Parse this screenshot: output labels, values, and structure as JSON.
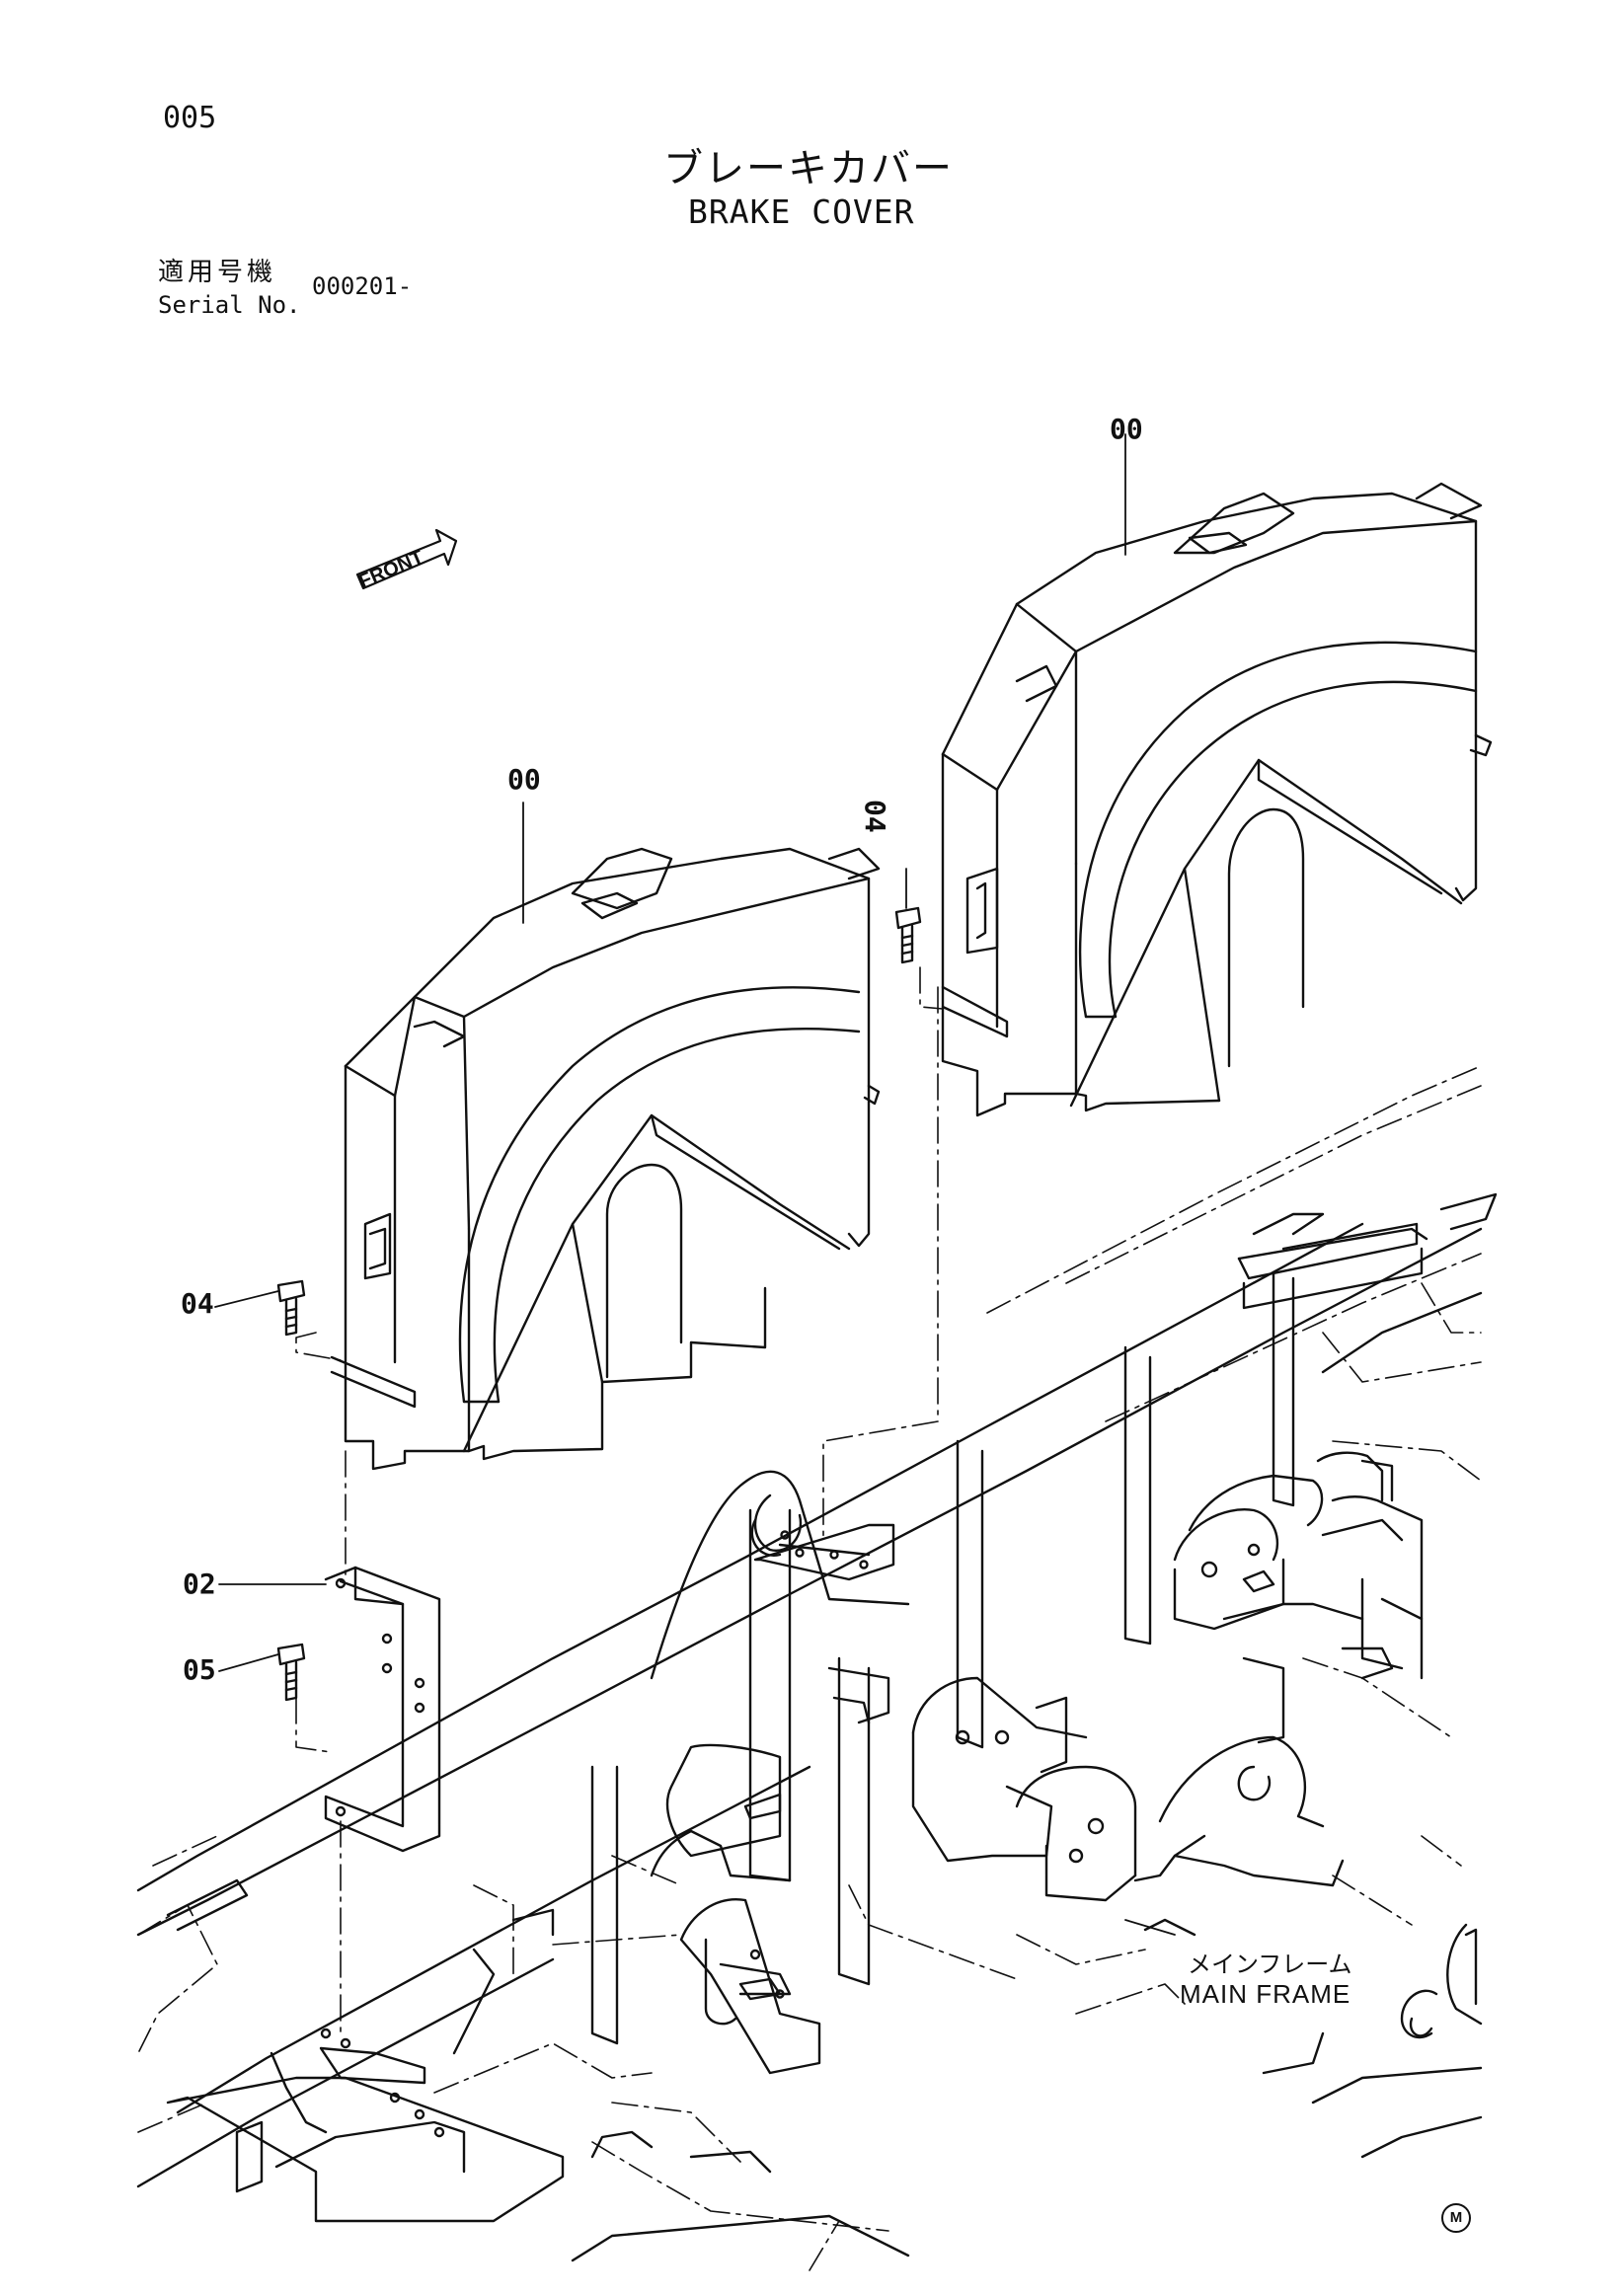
{
  "page_number": "005",
  "title_jp": "ブレーキカバー",
  "title_en": "BRAKE COVER",
  "serial": {
    "label_jp": "適用号機",
    "label_en": "Serial No.",
    "value": "000201-"
  },
  "front_label": "FRONT",
  "callouts": {
    "cover_left": "00",
    "cover_right": "00",
    "bolt_upper_right": "04",
    "bolt_upper_left": "04",
    "bracket": "02",
    "bolt_lower": "05"
  },
  "main_frame": {
    "label_jp": "メインフレーム",
    "label_en": "MAIN FRAME"
  },
  "corner_mark": "M"
}
